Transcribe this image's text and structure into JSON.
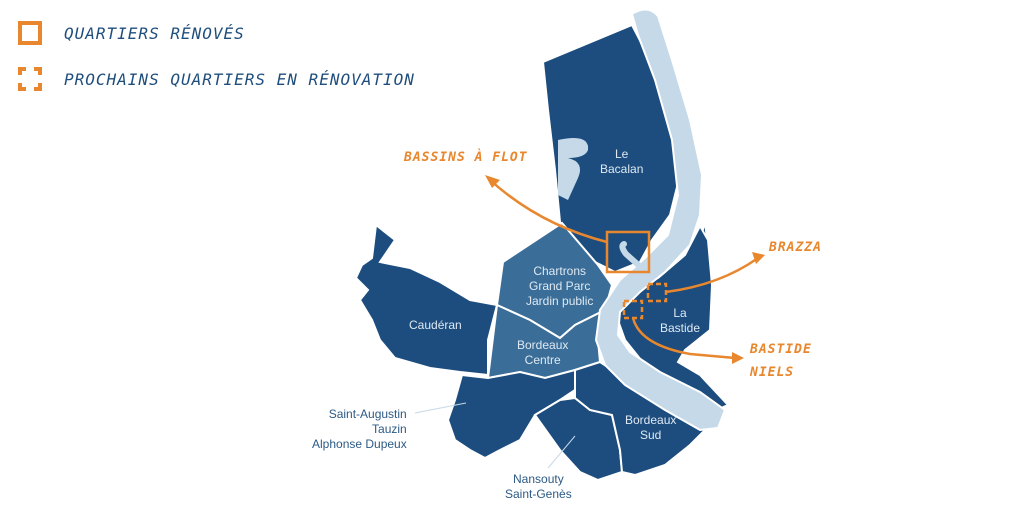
{
  "legend": {
    "items": [
      {
        "label": "Quartiers rénovés",
        "style": "solid"
      },
      {
        "label": "Prochains quartiers en rénovation",
        "style": "dashed"
      }
    ]
  },
  "colors": {
    "district_dark": "#1c4d7e",
    "district_light": "#3a6e98",
    "river": "#c6d9e8",
    "accent": "#e8872e",
    "legend_text": "#1f4e7c"
  },
  "districts": [
    {
      "name": "Le Bacalan",
      "label": "Le\nBacalan"
    },
    {
      "name": "Chartrons Grand Parc Jardin public",
      "label": "Chartrons\nGrand Parc\nJardin public"
    },
    {
      "name": "Caudéran",
      "label": "Caudéran"
    },
    {
      "name": "Bordeaux Centre",
      "label": "Bordeaux\nCentre"
    },
    {
      "name": "La Bastide",
      "label": "La\nBastide"
    },
    {
      "name": "Saint-Augustin Tauzin Alphonse Dupeux",
      "label": "Saint-Augustin\nTauzin\nAlphonse Dupeux"
    },
    {
      "name": "Bordeaux Sud",
      "label": "Bordeaux\nSud"
    },
    {
      "name": "Nansouty Saint-Genès",
      "label": "Nansouty\nSaint-Genès"
    }
  ],
  "callouts": [
    {
      "label": "Bassins à flot",
      "type": "renovated"
    },
    {
      "label": "Brazza",
      "type": "upcoming"
    },
    {
      "label": "Bastide\nNiels",
      "type": "upcoming"
    }
  ]
}
